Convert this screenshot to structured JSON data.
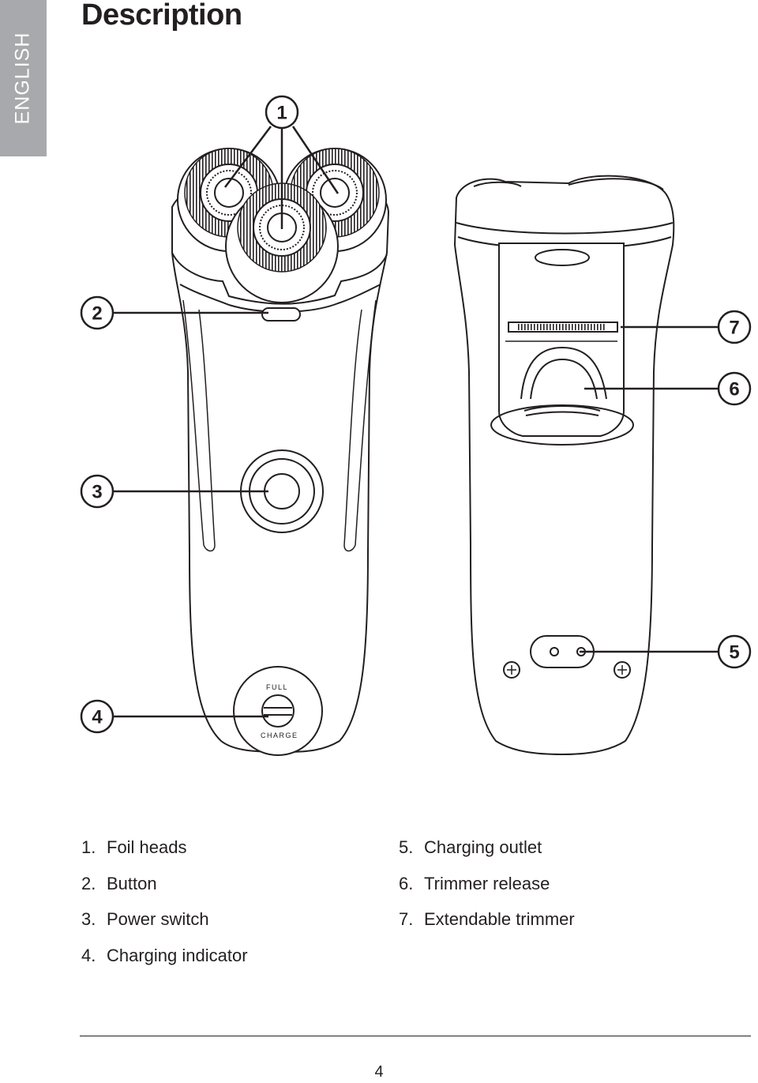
{
  "side_tab": {
    "label": "ENGLISH"
  },
  "title": "Description",
  "diagram": {
    "callouts": [
      "1",
      "2",
      "3",
      "4",
      "5",
      "6",
      "7"
    ],
    "indicator_top_label": "FULL",
    "indicator_bottom_label": "CHARGE"
  },
  "legend": {
    "left": [
      {
        "num": "1.",
        "text": "Foil heads"
      },
      {
        "num": "2.",
        "text": "Button"
      },
      {
        "num": "3.",
        "text": "Power switch"
      },
      {
        "num": "4.",
        "text": "Charging indicator"
      }
    ],
    "right": [
      {
        "num": "5.",
        "text": "Charging outlet"
      },
      {
        "num": "6.",
        "text": "Trimmer release"
      },
      {
        "num": "7.",
        "text": "Extendable trimmer"
      }
    ]
  },
  "page_number": "4",
  "colors": {
    "tab_gray": "#a7a9ac",
    "ink": "#231f20"
  }
}
